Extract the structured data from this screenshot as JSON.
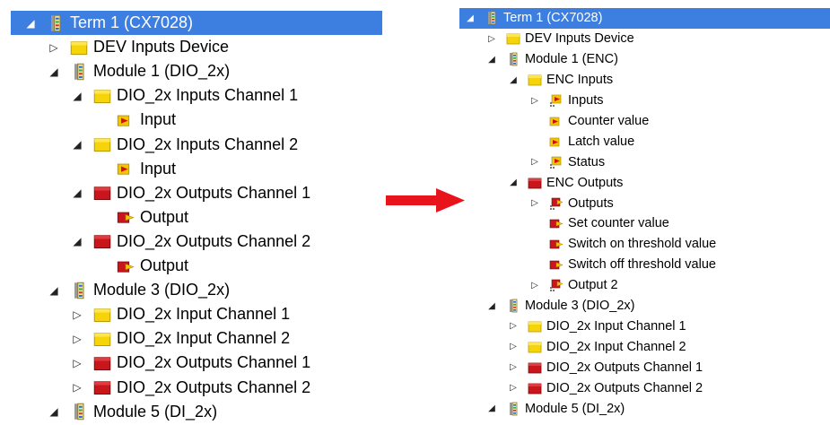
{
  "left_tree": {
    "rows": [
      {
        "d": 0,
        "exp": "down",
        "icon": "terminal-icon",
        "label": "Term 1 (CX7028)",
        "selected": true
      },
      {
        "d": 1,
        "exp": "right",
        "icon": "folder-yellow-icon",
        "label": "DEV Inputs Device"
      },
      {
        "d": 1,
        "exp": "down",
        "icon": "terminal-icon",
        "label": "Module 1 (DIO_2x)"
      },
      {
        "d": 2,
        "exp": "down",
        "icon": "folder-yellow-icon",
        "label": "DIO_2x Inputs Channel 1"
      },
      {
        "d": 3,
        "exp": "none",
        "icon": "input-variable-icon",
        "label": "Input"
      },
      {
        "d": 2,
        "exp": "down",
        "icon": "folder-yellow-icon",
        "label": "DIO_2x Inputs Channel 2"
      },
      {
        "d": 3,
        "exp": "none",
        "icon": "input-variable-icon",
        "label": "Input"
      },
      {
        "d": 2,
        "exp": "down",
        "icon": "folder-red-icon",
        "label": "DIO_2x Outputs Channel 1"
      },
      {
        "d": 3,
        "exp": "none",
        "icon": "output-variable-icon",
        "label": "Output"
      },
      {
        "d": 2,
        "exp": "down",
        "icon": "folder-red-icon",
        "label": "DIO_2x Outputs Channel 2"
      },
      {
        "d": 3,
        "exp": "none",
        "icon": "output-variable-icon",
        "label": "Output"
      },
      {
        "d": 1,
        "exp": "down",
        "icon": "terminal-icon",
        "label": "Module 3 (DIO_2x)"
      },
      {
        "d": 2,
        "exp": "right",
        "icon": "folder-yellow-icon",
        "label": "DIO_2x Input Channel 1"
      },
      {
        "d": 2,
        "exp": "right",
        "icon": "folder-yellow-icon",
        "label": "DIO_2x Input Channel 2"
      },
      {
        "d": 2,
        "exp": "right",
        "icon": "folder-red-icon",
        "label": "DIO_2x Outputs Channel 1"
      },
      {
        "d": 2,
        "exp": "right",
        "icon": "folder-red-icon",
        "label": "DIO_2x Outputs Channel 2"
      },
      {
        "d": 1,
        "exp": "down",
        "icon": "terminal-icon",
        "label": "Module 5 (DI_2x)"
      }
    ]
  },
  "right_tree": {
    "rows": [
      {
        "d": 0,
        "exp": "down",
        "icon": "terminal-icon",
        "label": "Term 1 (CX7028)",
        "selected": true
      },
      {
        "d": 1,
        "exp": "right",
        "icon": "folder-yellow-icon",
        "label": "DEV Inputs Device"
      },
      {
        "d": 1,
        "exp": "down",
        "icon": "terminal-icon",
        "label": "Module 1 (ENC)"
      },
      {
        "d": 2,
        "exp": "down",
        "icon": "folder-yellow-icon",
        "label": "ENC Inputs"
      },
      {
        "d": 3,
        "exp": "right",
        "icon": "input-struct-icon",
        "label": "Inputs"
      },
      {
        "d": 3,
        "exp": "none",
        "icon": "input-variable-icon",
        "label": "Counter value"
      },
      {
        "d": 3,
        "exp": "none",
        "icon": "input-variable-icon",
        "label": "Latch value"
      },
      {
        "d": 3,
        "exp": "right",
        "icon": "input-struct-icon",
        "label": "Status"
      },
      {
        "d": 2,
        "exp": "down",
        "icon": "folder-red-icon",
        "label": "ENC Outputs"
      },
      {
        "d": 3,
        "exp": "right",
        "icon": "output-struct-icon",
        "label": "Outputs"
      },
      {
        "d": 3,
        "exp": "none",
        "icon": "output-variable-icon",
        "label": "Set counter value"
      },
      {
        "d": 3,
        "exp": "none",
        "icon": "output-variable-icon",
        "label": "Switch on threshold value"
      },
      {
        "d": 3,
        "exp": "none",
        "icon": "output-variable-icon",
        "label": "Switch off threshold value"
      },
      {
        "d": 3,
        "exp": "right",
        "icon": "output-struct-icon",
        "label": "Output 2"
      },
      {
        "d": 1,
        "exp": "down",
        "icon": "terminal-icon",
        "label": "Module 3 (DIO_2x)"
      },
      {
        "d": 2,
        "exp": "right",
        "icon": "folder-yellow-icon",
        "label": "DIO_2x Input Channel 1"
      },
      {
        "d": 2,
        "exp": "right",
        "icon": "folder-yellow-icon",
        "label": "DIO_2x Input Channel 2"
      },
      {
        "d": 2,
        "exp": "right",
        "icon": "folder-red-icon",
        "label": "DIO_2x Outputs Channel 1"
      },
      {
        "d": 2,
        "exp": "right",
        "icon": "folder-red-icon",
        "label": "DIO_2x Outputs Channel 2"
      },
      {
        "d": 1,
        "exp": "down",
        "icon": "terminal-icon",
        "label": "Module 5 (DI_2x)"
      }
    ]
  },
  "transition_arrow": {
    "icon": "arrow-right-icon",
    "color": "#e8141b"
  },
  "colors": {
    "selection": "#3d7fe0",
    "folder_yellow": "#f5d50a",
    "folder_red": "#c8161c"
  }
}
